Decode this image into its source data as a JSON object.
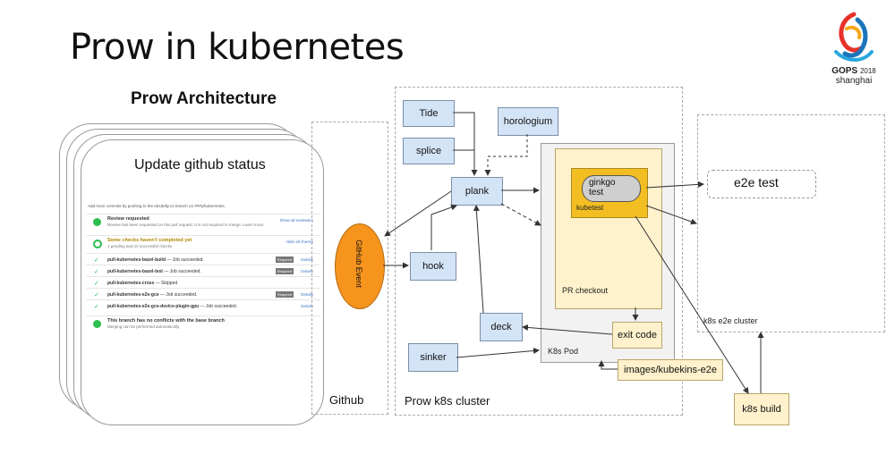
{
  "slide": {
    "title": "Prow in kubernetes",
    "logo": {
      "brand": "GOPS",
      "year": "2018",
      "city": "shanghai"
    }
  },
  "architecture": {
    "title": "Prow Architecture",
    "card_title": "Update github status",
    "github_panel": {
      "header": "Add more commits by pushing to the Abcdefg-x1 branch on ###y/kubernetes.",
      "review": {
        "title": "Review requested",
        "subtitle": "Review has been requested on this pull request. It is not required to merge. Learn more.",
        "link": "Show all reviewers"
      },
      "checks": {
        "title": "Some checks haven't completed yet",
        "subtitle": "1 pending and 10 successful checks",
        "link": "Hide all checks"
      },
      "check_rows": [
        {
          "name": "pull-kubernetes-bazel-build",
          "status": "— Job succeeded.",
          "required": "Required",
          "link": "Details"
        },
        {
          "name": "pull-kubernetes-bazel-test",
          "status": "— Job succeeded.",
          "required": "Required",
          "link": "Details"
        },
        {
          "name": "pull-kubernetes-cross",
          "status": "— Skipped",
          "required": "",
          "link": ""
        },
        {
          "name": "pull-kubernetes-e2e-gce",
          "status": "— Job succeeded.",
          "required": "Required",
          "link": "Details"
        },
        {
          "name": "pull-kubernetes-e2e-gce-device-plugin-gpu",
          "status": "— Job succeeded.",
          "required": "",
          "link": "Details"
        }
      ],
      "merge": {
        "title": "This branch has no conflicts with the base branch",
        "subtitle": "Merging can be performed automatically."
      }
    }
  },
  "diagram": {
    "github_label": "Github",
    "github_event": "GitHub Event",
    "cluster_label": "Prow k8s cluster",
    "nodes": {
      "tide": "Tide",
      "splice": "splice",
      "horologium": "horologium",
      "plank": "plank",
      "hook": "hook",
      "deck": "deck",
      "sinker": "sinker"
    },
    "pod": {
      "label": "K8s Pod",
      "pr_checkout": "PR checkout",
      "kubetest": "kubetest",
      "ginkgo": "ginkgo test",
      "exit_code": "exit code",
      "image": "images/kubekins-e2e"
    },
    "e2e": {
      "test": "e2e test",
      "cluster": "k8s e2e cluster",
      "build": "k8s build"
    }
  }
}
